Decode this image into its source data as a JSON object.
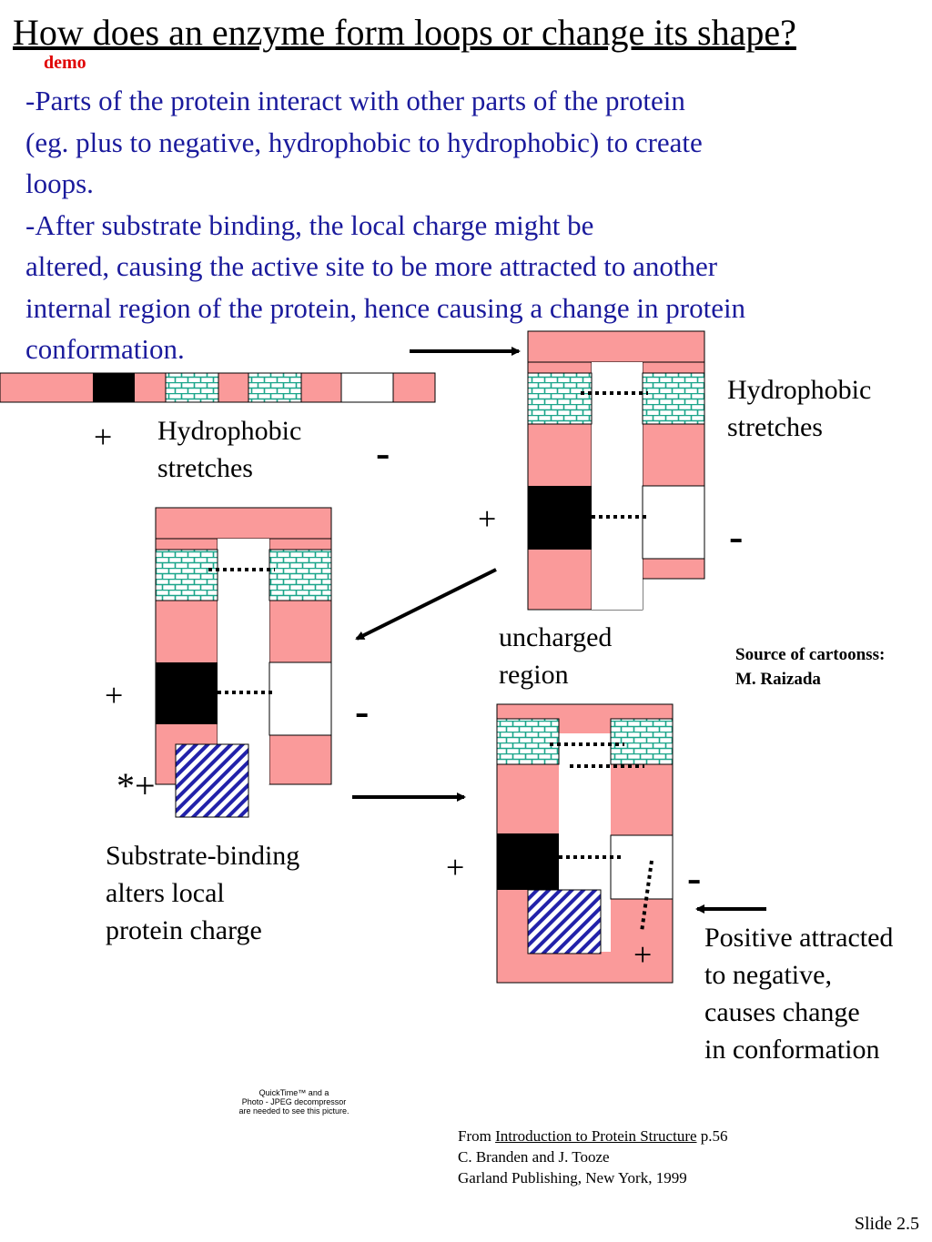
{
  "title": "How does an enzyme form loops or change its shape?",
  "demo_label": "demo",
  "explanation": [
    "-Parts of the protein interact with other parts of the protein",
    "(eg. plus to negative, hydrophobic to hydrophobic) to create",
    "loops.",
    "-After substrate binding, the local charge might be",
    "altered, causing the active site to be more attracted to another",
    "internal region of the protein, hence causing a change in protein",
    "conformation."
  ],
  "labels": {
    "hydrophobic_1": [
      "Hydrophobic",
      "stretches"
    ],
    "hydrophobic_2": [
      "Hydrophobic",
      "stretches"
    ],
    "uncharged": [
      "uncharged",
      "region"
    ],
    "substrate": [
      "Substrate-binding",
      "alters local",
      "protein charge"
    ],
    "positive": [
      "Positive attracted",
      "to negative,",
      "causes change",
      "in conformation"
    ],
    "plus": "+",
    "minus": "-",
    "star_plus": "*+"
  },
  "source": [
    "Source of cartoonss:",
    "M. Raizada"
  ],
  "quicktime_note": [
    "QuickTime™ and a",
    "Photo - JPEG decompressor",
    "are needed to see this picture."
  ],
  "reference": {
    "prefix": "From",
    "book": "Introduction to Protein Structure",
    "page": "p.56",
    "authors": "C. Branden and J. Tooze",
    "publisher": "Garland Publishing, New York, 1999"
  },
  "slide_number": "Slide 2.5",
  "colors": {
    "title_text": "#000000",
    "demo_text": "#e00000",
    "body_text": "#1a1a9c",
    "protein_pink": "#fa9a9a",
    "positive_region": "#000000",
    "negative_region": "#ffffff",
    "hydrophobic_teal": "#1aa58a",
    "substrate_blue": "#2222aa"
  }
}
